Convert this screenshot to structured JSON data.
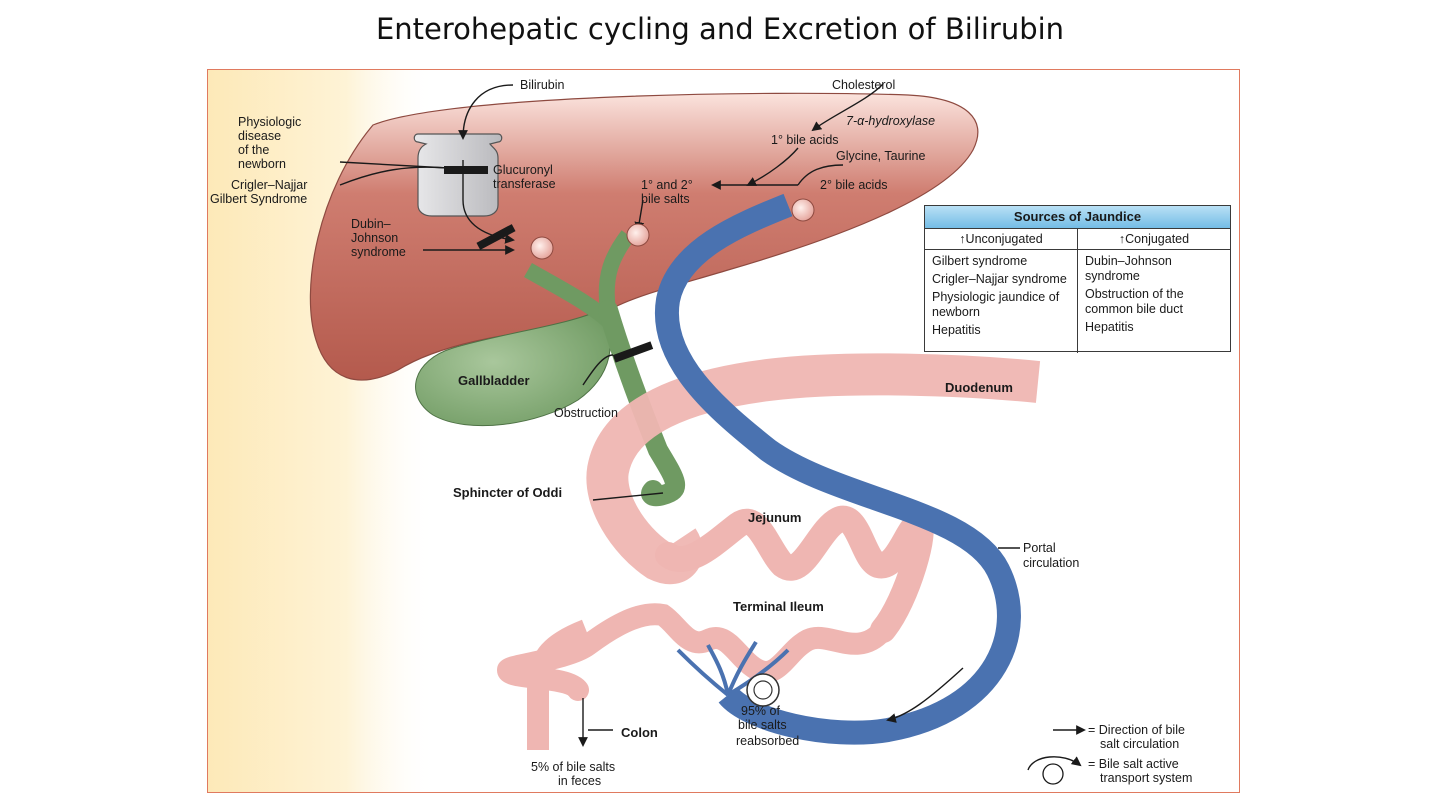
{
  "title": "Enterohepatic cycling and Excretion of Bilirubin",
  "labels": {
    "bilirubin": "Bilirubin",
    "cholesterol": "Cholesterol",
    "hydroxylase": "7-α-hydroxylase",
    "bile_acids_1": "1° bile acids",
    "glycine_taurine": "Glycine, Taurine",
    "bile_acids_2": "2° bile acids",
    "bile_salts_line1": "1° and 2°",
    "bile_salts_line2": "bile salts",
    "physiologic_1": "Physiologic",
    "physiologic_2": "disease",
    "physiologic_3": "of the",
    "physiologic_4": "newborn",
    "crigler": "Crigler–Najjar",
    "gilbert": "Gilbert Syndrome",
    "glucuronyl_1": "Glucuronyl",
    "glucuronyl_2": "transferase",
    "dubin_1": "Dubin–",
    "dubin_2": "Johnson",
    "dubin_3": "syndrome",
    "gallbladder": "Gallbladder",
    "obstruction": "Obstruction",
    "duodenum": "Duodenum",
    "sphincter": "Sphincter of Oddi",
    "jejunum": "Jejunum",
    "portal_1": "Portal",
    "portal_2": "circulation",
    "terminal_ileum": "Terminal Ileum",
    "reabsorbed_1": "95% of",
    "reabsorbed_2": "bile salts",
    "reabsorbed_3": "reabsorbed",
    "colon": "Colon",
    "feces_1": "5% of bile salts",
    "feces_2": "in feces"
  },
  "legend": {
    "direction_1": "= Direction of bile",
    "direction_2": "salt circulation",
    "transport_1": "= Bile salt active",
    "transport_2": "transport system"
  },
  "jaundice_table": {
    "title": "Sources of Jaundice",
    "columns": [
      {
        "header": "↑Unconjugated",
        "items": [
          "Gilbert  syndrome",
          "Crigler–Najjar syndrome",
          "Physiologic jaundice of newborn",
          "Hepatitis"
        ]
      },
      {
        "header": "↑Conjugated",
        "items": [
          "Dubin–Johnson syndrome",
          "Obstruction of the common bile duct",
          "Hepatitis"
        ]
      }
    ]
  },
  "colors": {
    "liver": "#c46a5d",
    "gallbladder": "#7fa870",
    "intestine": "#efb6b2",
    "portal_vein": "#4a72b0",
    "table_header": "#8cc8ea",
    "frame_border": "#e07a5f"
  }
}
